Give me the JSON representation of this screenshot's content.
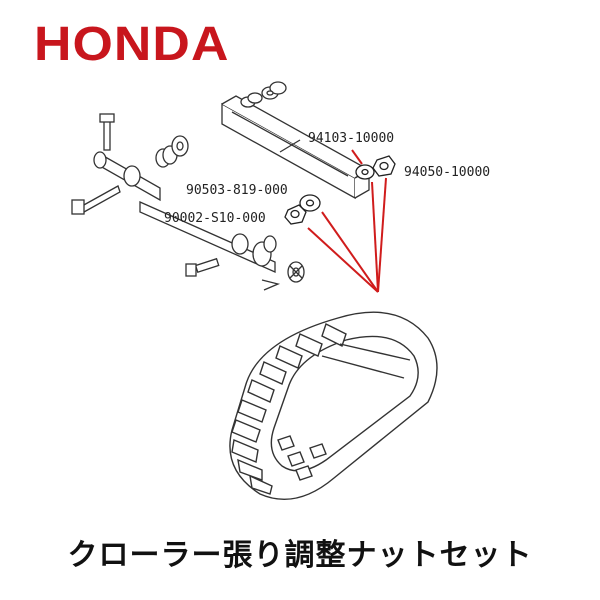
{
  "brand": {
    "logo_text": "HONDA",
    "color": "#c8161d"
  },
  "part_numbers": [
    {
      "id": "collar",
      "number": "94103-10000"
    },
    {
      "id": "nut",
      "number": "94050-10000"
    },
    {
      "id": "washer",
      "number": "90503-819-000"
    },
    {
      "id": "bolt",
      "number": "90002-S10-000"
    }
  ],
  "callout_color": "#d01c1c",
  "caption": "クローラー張り調整ナットセット"
}
